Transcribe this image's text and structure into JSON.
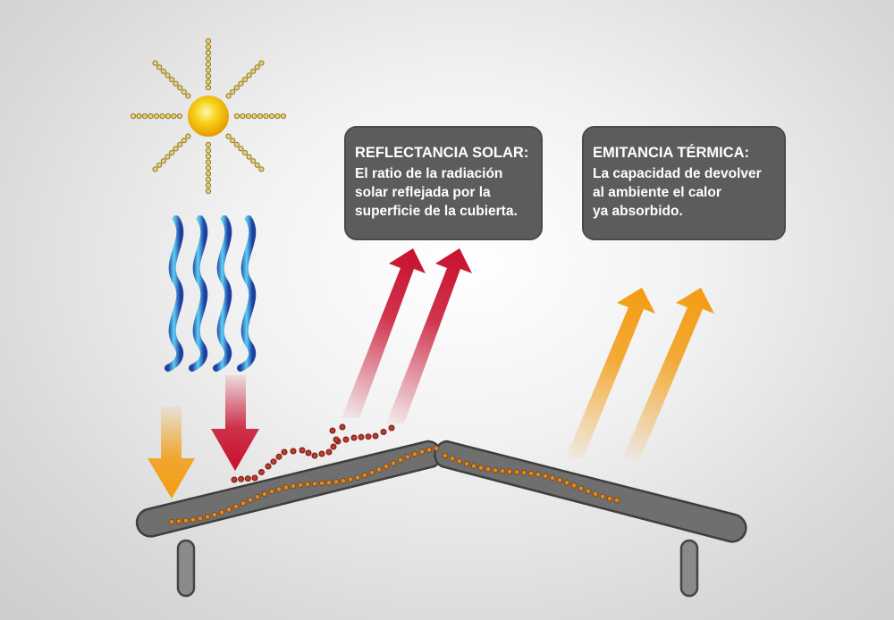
{
  "reflectance": {
    "title": "REFLECTANCIA SOLAR:",
    "lines": [
      "El ratio de la radiación",
      "solar reflejada por la",
      "superficie de la cubierta."
    ]
  },
  "emittance": {
    "title": "EMITANCIA TÉRMICA:",
    "lines": [
      "La capacidad de devolver",
      "al ambiente el calor",
      "ya absorbido."
    ]
  },
  "icons": [
    "sun-icon",
    "heat-wave-icon",
    "arrow-down-icon",
    "arrow-up-icon"
  ],
  "colors": {
    "box": "#5c5c5c",
    "solar_red": "#c8102e",
    "thermal_orange": "#f39c12",
    "roof": "#6d6d6d",
    "particle_orange": "#e8851e",
    "particle_red": "#c0392b",
    "wave_blue": "#1e3fa0",
    "wave_cyan": "#5ed0f5",
    "sun_yellow": "#f7d21a"
  }
}
